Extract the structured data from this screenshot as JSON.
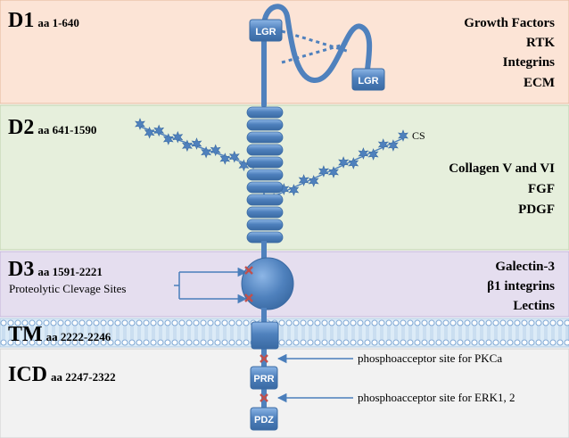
{
  "domains": [
    {
      "id": "d1",
      "title": "D1",
      "range": "aa 1-640",
      "ligands": [
        "Growth Factors",
        "RTK",
        "Integrins",
        "ECM"
      ]
    },
    {
      "id": "d2",
      "title": "D2",
      "range": "aa 641-1590",
      "ligands": [
        "Collagen V and VI",
        "FGF",
        "PDGF"
      ]
    },
    {
      "id": "d3",
      "title": "D3",
      "range": "aa 1591-2221",
      "note": "Proteolytic Clevage Sites",
      "ligands": [
        "Galectin-3",
        "β1 integrins",
        "Lectins"
      ]
    },
    {
      "id": "tm",
      "title": "TM",
      "range": "aa 2222-2246"
    },
    {
      "id": "icd",
      "title": "ICD",
      "range": "aa 2247-2322"
    }
  ],
  "d1_labels": {
    "lgr_top": "LGR",
    "lgr_bottom": "LGR"
  },
  "d2_labels": {
    "cs": "CS"
  },
  "icd_labels": {
    "prr": "PRR",
    "pdz": "PDZ",
    "pkca_site": "phosphoacceptor site for PKCa",
    "erk_site": "phosphoacceptor site for ERK1, 2"
  },
  "colors": {
    "d1_band": "#FCE4D6",
    "d2_band": "#E6EFDC",
    "d3_band": "#E5DEEF",
    "tm_band": "#DCEBF7",
    "icd_band": "#F2F2F2",
    "protein": "#4F81BD",
    "protein_light": "#6FA0DC",
    "site_marker": "#C0504D",
    "arrow": "#4A7EBB"
  }
}
